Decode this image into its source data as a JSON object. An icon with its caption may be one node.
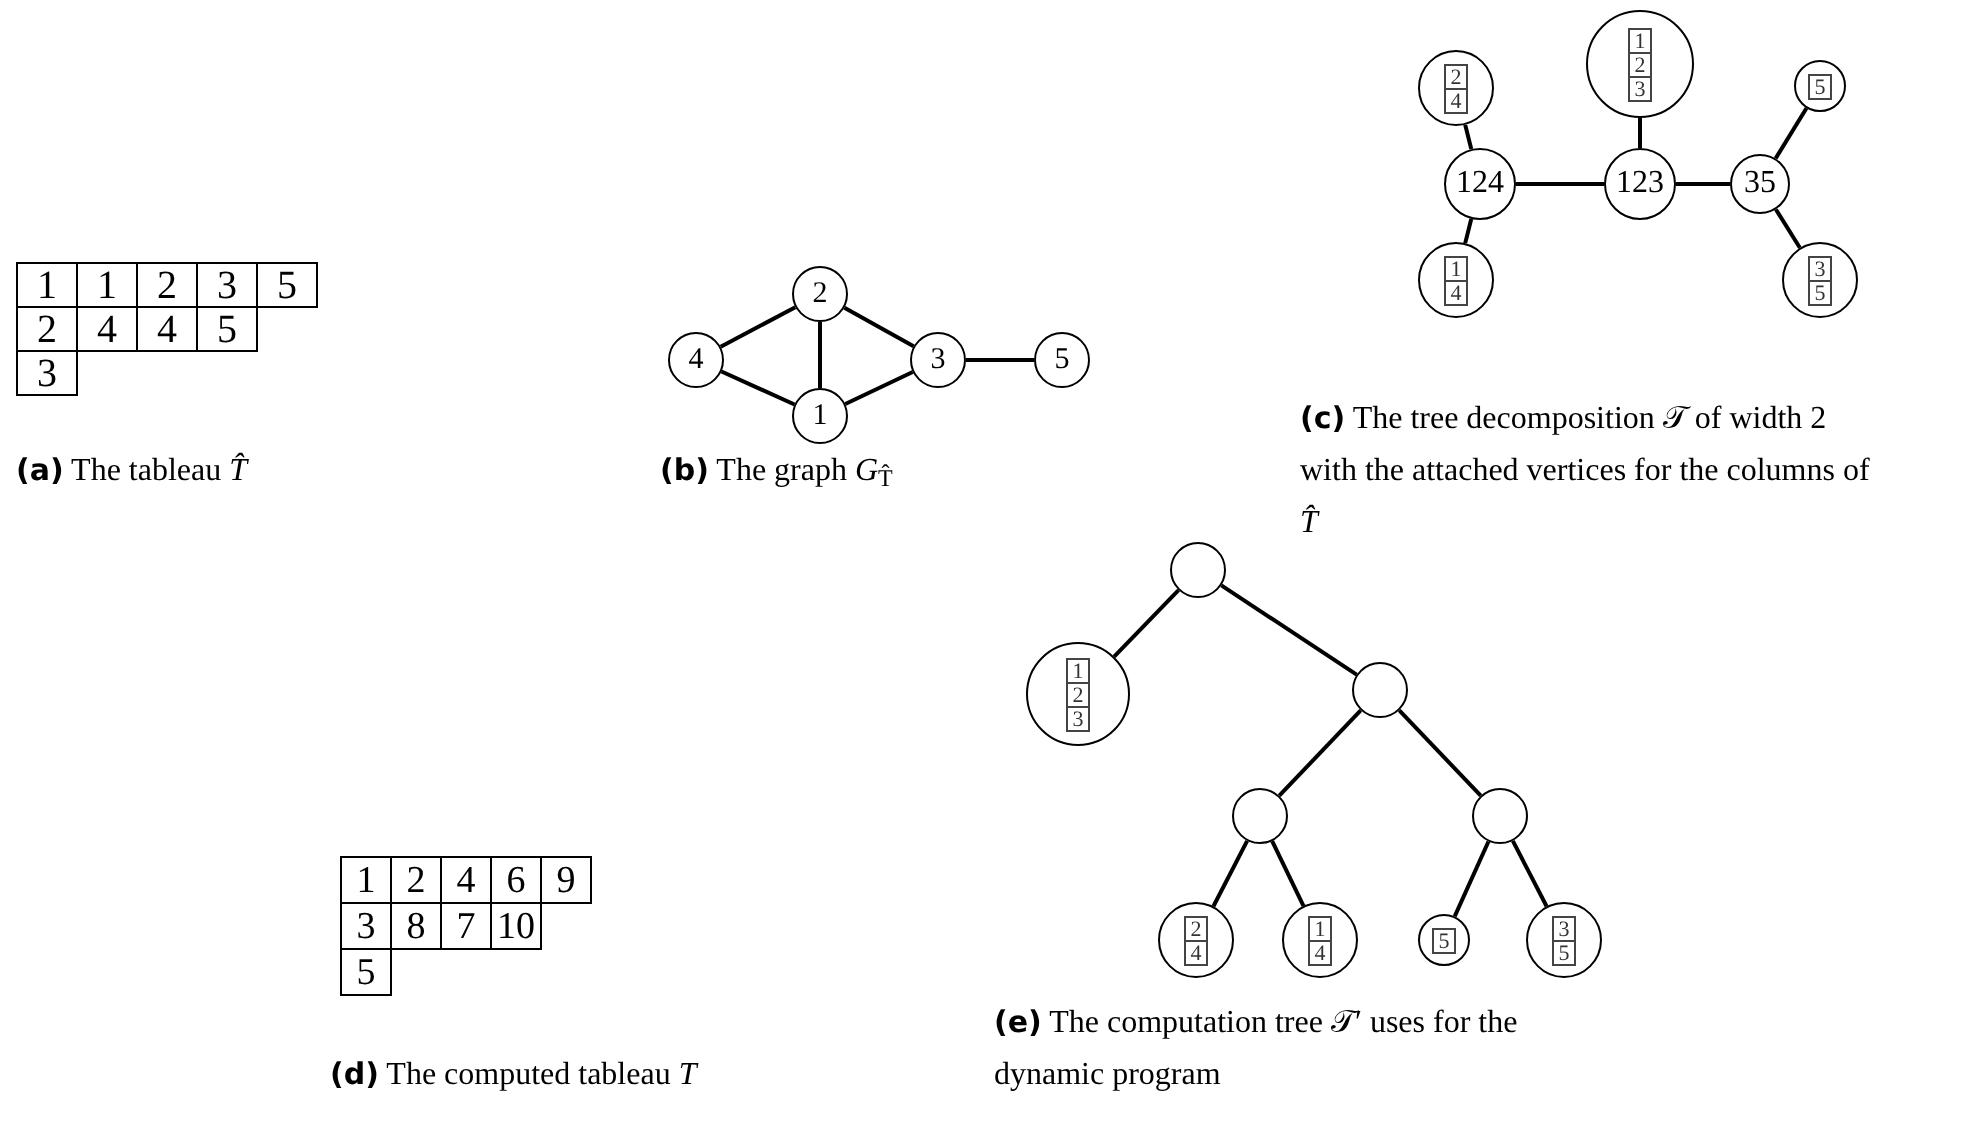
{
  "diagram": {
    "nodes": [
      {
        "text": [
          "4"
        ]
      },
      {
        "text": [
          "2"
        ]
      },
      {
        "text": [
          "1"
        ]
      },
      {
        "text": [
          "3"
        ]
      },
      {
        "text": [
          "5"
        ]
      },
      {
        "text": [
          "124"
        ]
      },
      {
        "text": [
          "123"
        ]
      },
      {
        "text": [
          "35"
        ]
      },
      {
        "text": [
          "2",
          "4"
        ]
      },
      {
        "text": [
          "1",
          "4"
        ]
      },
      {
        "text": [
          "1",
          "2",
          "3"
        ]
      },
      {
        "text": [
          "5"
        ]
      },
      {
        "text": [
          "3",
          "5"
        ]
      },
      {
        "text": [],
        "shape": "circle"
      },
      {
        "text": [
          "1",
          "2",
          "3"
        ]
      },
      {
        "text": [],
        "shape": "circle"
      },
      {
        "text": [],
        "shape": "circle"
      },
      {
        "text": [],
        "shape": "circle"
      },
      {
        "text": [
          "2",
          "4"
        ]
      },
      {
        "text": [
          "1",
          "4"
        ]
      },
      {
        "text": [
          "5"
        ]
      },
      {
        "text": [
          "3",
          "5"
        ]
      }
    ],
    "edges": [
      {
        "from": 0,
        "to": 1,
        "arrow": "none"
      },
      {
        "from": 0,
        "to": 2,
        "arrow": "none"
      },
      {
        "from": 1,
        "to": 2,
        "arrow": "none"
      },
      {
        "from": 1,
        "to": 3,
        "arrow": "none"
      },
      {
        "from": 2,
        "to": 3,
        "arrow": "none"
      },
      {
        "from": 3,
        "to": 4,
        "arrow": "none"
      },
      {
        "from": 5,
        "to": 6,
        "arrow": "none"
      },
      {
        "from": 6,
        "to": 7,
        "arrow": "none"
      },
      {
        "from": 8,
        "to": 5,
        "arrow": "none"
      },
      {
        "from": 9,
        "to": 5,
        "arrow": "none"
      },
      {
        "from": 10,
        "to": 6,
        "arrow": "none"
      },
      {
        "from": 11,
        "to": 7,
        "arrow": "none"
      },
      {
        "from": 12,
        "to": 7,
        "arrow": "none"
      },
      {
        "from": 13,
        "to": 14,
        "arrow": "none"
      },
      {
        "from": 13,
        "to": 15,
        "arrow": "none"
      },
      {
        "from": 15,
        "to": 16,
        "arrow": "none"
      },
      {
        "from": 15,
        "to": 17,
        "arrow": "none"
      },
      {
        "from": 16,
        "to": 18,
        "arrow": "none"
      },
      {
        "from": 16,
        "to": 19,
        "arrow": "none"
      },
      {
        "from": 17,
        "to": 20,
        "arrow": "none"
      },
      {
        "from": 17,
        "to": 21,
        "arrow": "none"
      }
    ],
    "labels": [
      "1",
      "1",
      "2",
      "3",
      "5",
      "2",
      "4",
      "4",
      "5",
      "3",
      "**(a)** The tableau *T̂*",
      "**(b)** The graph *G*$_{T̂}$",
      "**(c)** The tree decomposition 𝒯 of width 2 with the attached vertices for the columns of *T̂*",
      "1",
      "2",
      "4",
      "6",
      "9",
      "3",
      "8",
      "7",
      "10",
      "5",
      "**(e)** The computation tree 𝒯′ uses for the dynamic program",
      "**(d)** The computed tableau *T*"
    ]
  }
}
